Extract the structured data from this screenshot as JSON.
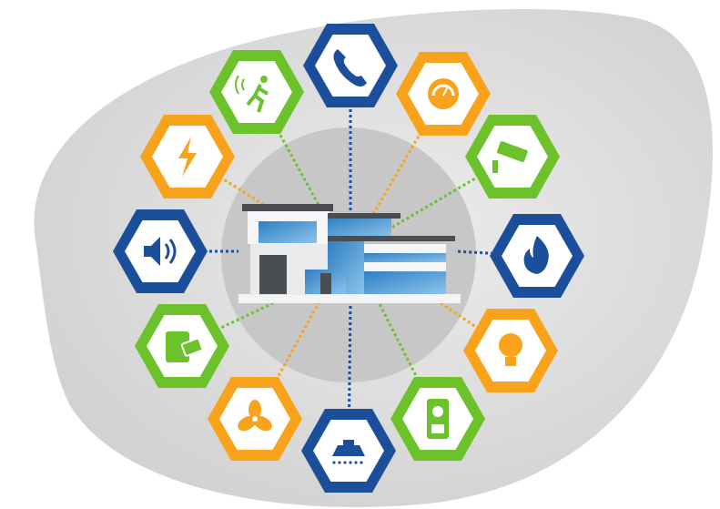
{
  "colors": {
    "blue": "#1b4f9c",
    "orange": "#f8a31b",
    "green": "#6cc22a",
    "background_blob": "#dcdcdc",
    "center_circle": "#c9c9c9"
  },
  "devices": [
    {
      "icon": "phone-icon",
      "color": "blue"
    },
    {
      "icon": "gauge-icon",
      "color": "orange"
    },
    {
      "icon": "security-camera-icon",
      "color": "green"
    },
    {
      "icon": "fire-icon",
      "color": "blue"
    },
    {
      "icon": "light-bulb-icon",
      "color": "orange"
    },
    {
      "icon": "intercom-icon",
      "color": "green"
    },
    {
      "icon": "sprinkler-icon",
      "color": "blue"
    },
    {
      "icon": "fan-icon",
      "color": "orange"
    },
    {
      "icon": "keypad-card-icon",
      "color": "green"
    },
    {
      "icon": "speaker-icon",
      "color": "blue"
    },
    {
      "icon": "lightning-icon",
      "color": "orange"
    },
    {
      "icon": "motion-sensor-icon",
      "color": "green"
    }
  ],
  "center": {
    "icon": "smart-house-icon"
  }
}
